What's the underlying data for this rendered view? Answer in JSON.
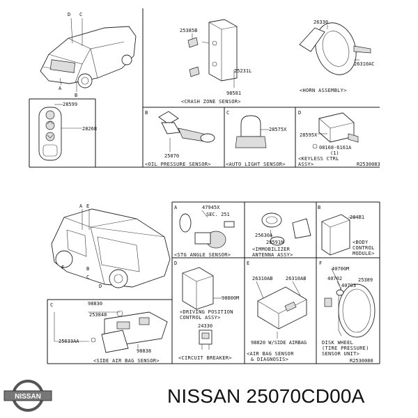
{
  "brand_title": "NISSAN 25070CD00A",
  "logo_text": "NISSAN",
  "section_letters": {
    "b": "B",
    "c": "C",
    "d": "D",
    "a": "A",
    "e": "E",
    "f": "F"
  },
  "car_letters": {
    "top": [
      "D",
      "C",
      "A",
      "B"
    ],
    "bottom": [
      "A",
      "E",
      "B",
      "F",
      "C",
      "D"
    ]
  },
  "remote": {
    "p1": "28599",
    "p2": "28268"
  },
  "crash": {
    "p1": "25385B",
    "p2": "25231L",
    "p3": "98581",
    "caption": "<CRASH ZONE SENSOR>"
  },
  "horn": {
    "p1": "26330",
    "p2": "26310AC",
    "caption": "<HORN ASSEMBLY>"
  },
  "oil": {
    "part": "25070",
    "caption": "<OIL PRESSURE SENSOR>"
  },
  "autolight": {
    "part": "28575X",
    "caption": "<AUTO LIGHT SENSOR>"
  },
  "keyless": {
    "p1": "28595X",
    "p2": "08168-6161A",
    "p2b": "(1)",
    "cap1": "<KEYLESS CTRL",
    "cap2": "ASSY>",
    "ref": "R2530083"
  },
  "stg": {
    "p1": "47945X",
    "p2": "SEC. 251",
    "caption": "<STG ANGLE SENSOR>"
  },
  "immob": {
    "p1": "25630A",
    "p2": "28591N",
    "cap1": "<IMMOBILIZER",
    "cap2": "ANTENNA ASSY>"
  },
  "bcm": {
    "part": "284B1",
    "cap1": "<BODY",
    "cap2": "CONTROL",
    "cap3": "MODULE>"
  },
  "driving": {
    "part": "98800M",
    "cap1": "<DRIVING POSITION",
    "cap2": "CONTROL ASSY>"
  },
  "breaker": {
    "part": "24330",
    "caption": "<CIRCUIT BREAKER>"
  },
  "airbag": {
    "p1": "26310AB",
    "p2": "26310AB",
    "p3": "98820 W/SIDE AIRBAG",
    "cap1": "<AIR BAG SENSOR",
    "cap2": "& DIAGNOSIS>"
  },
  "tpms": {
    "p1": "40700M",
    "p2": "40702",
    "p3": "40703",
    "p4": "25389",
    "cap1": "DISK WHEEL",
    "cap2": "(TIRE PRESSURE)",
    "cap3": "SENSOR UNIT>",
    "ref": "R2530080"
  },
  "sideair": {
    "p1": "98830",
    "p2": "253848",
    "p3": "25633AA",
    "p4": "98838",
    "caption": "<SIDE AIR BAG SENSOR>"
  }
}
